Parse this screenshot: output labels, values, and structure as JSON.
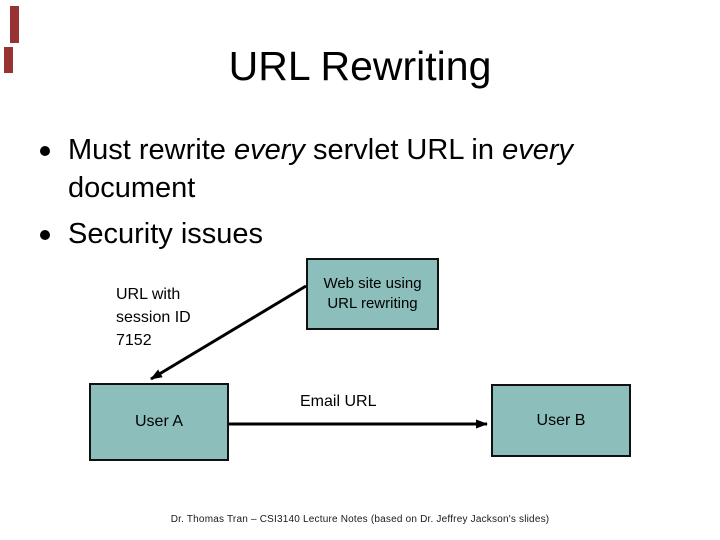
{
  "slide": {
    "title": "URL Rewriting",
    "background_color": "#ffffff",
    "accent_color": "#993333",
    "box_fill_color": "#8CBEBC",
    "box_border_color": "#111111",
    "arrow_color": "#000000"
  },
  "bullets": {
    "item1": {
      "seg1": "Must rewrite ",
      "seg2_italic": "every",
      "seg3": " servlet URL in ",
      "seg4_italic": "every",
      "line2": "document"
    },
    "item2": {
      "text": "Security issues"
    }
  },
  "diagram": {
    "web_box": {
      "line1": "Web site using",
      "line2": "URL rewriting"
    },
    "user_a_box": {
      "label": "User A"
    },
    "user_b_box": {
      "label": "User B"
    },
    "session_label": {
      "line1": "URL with",
      "line2": "session ID",
      "line3": "7152"
    },
    "email_label": "Email URL"
  },
  "footer": "Dr. Thomas Tran – CSI3140 Lecture Notes (based on Dr. Jeffrey Jackson's slides)"
}
